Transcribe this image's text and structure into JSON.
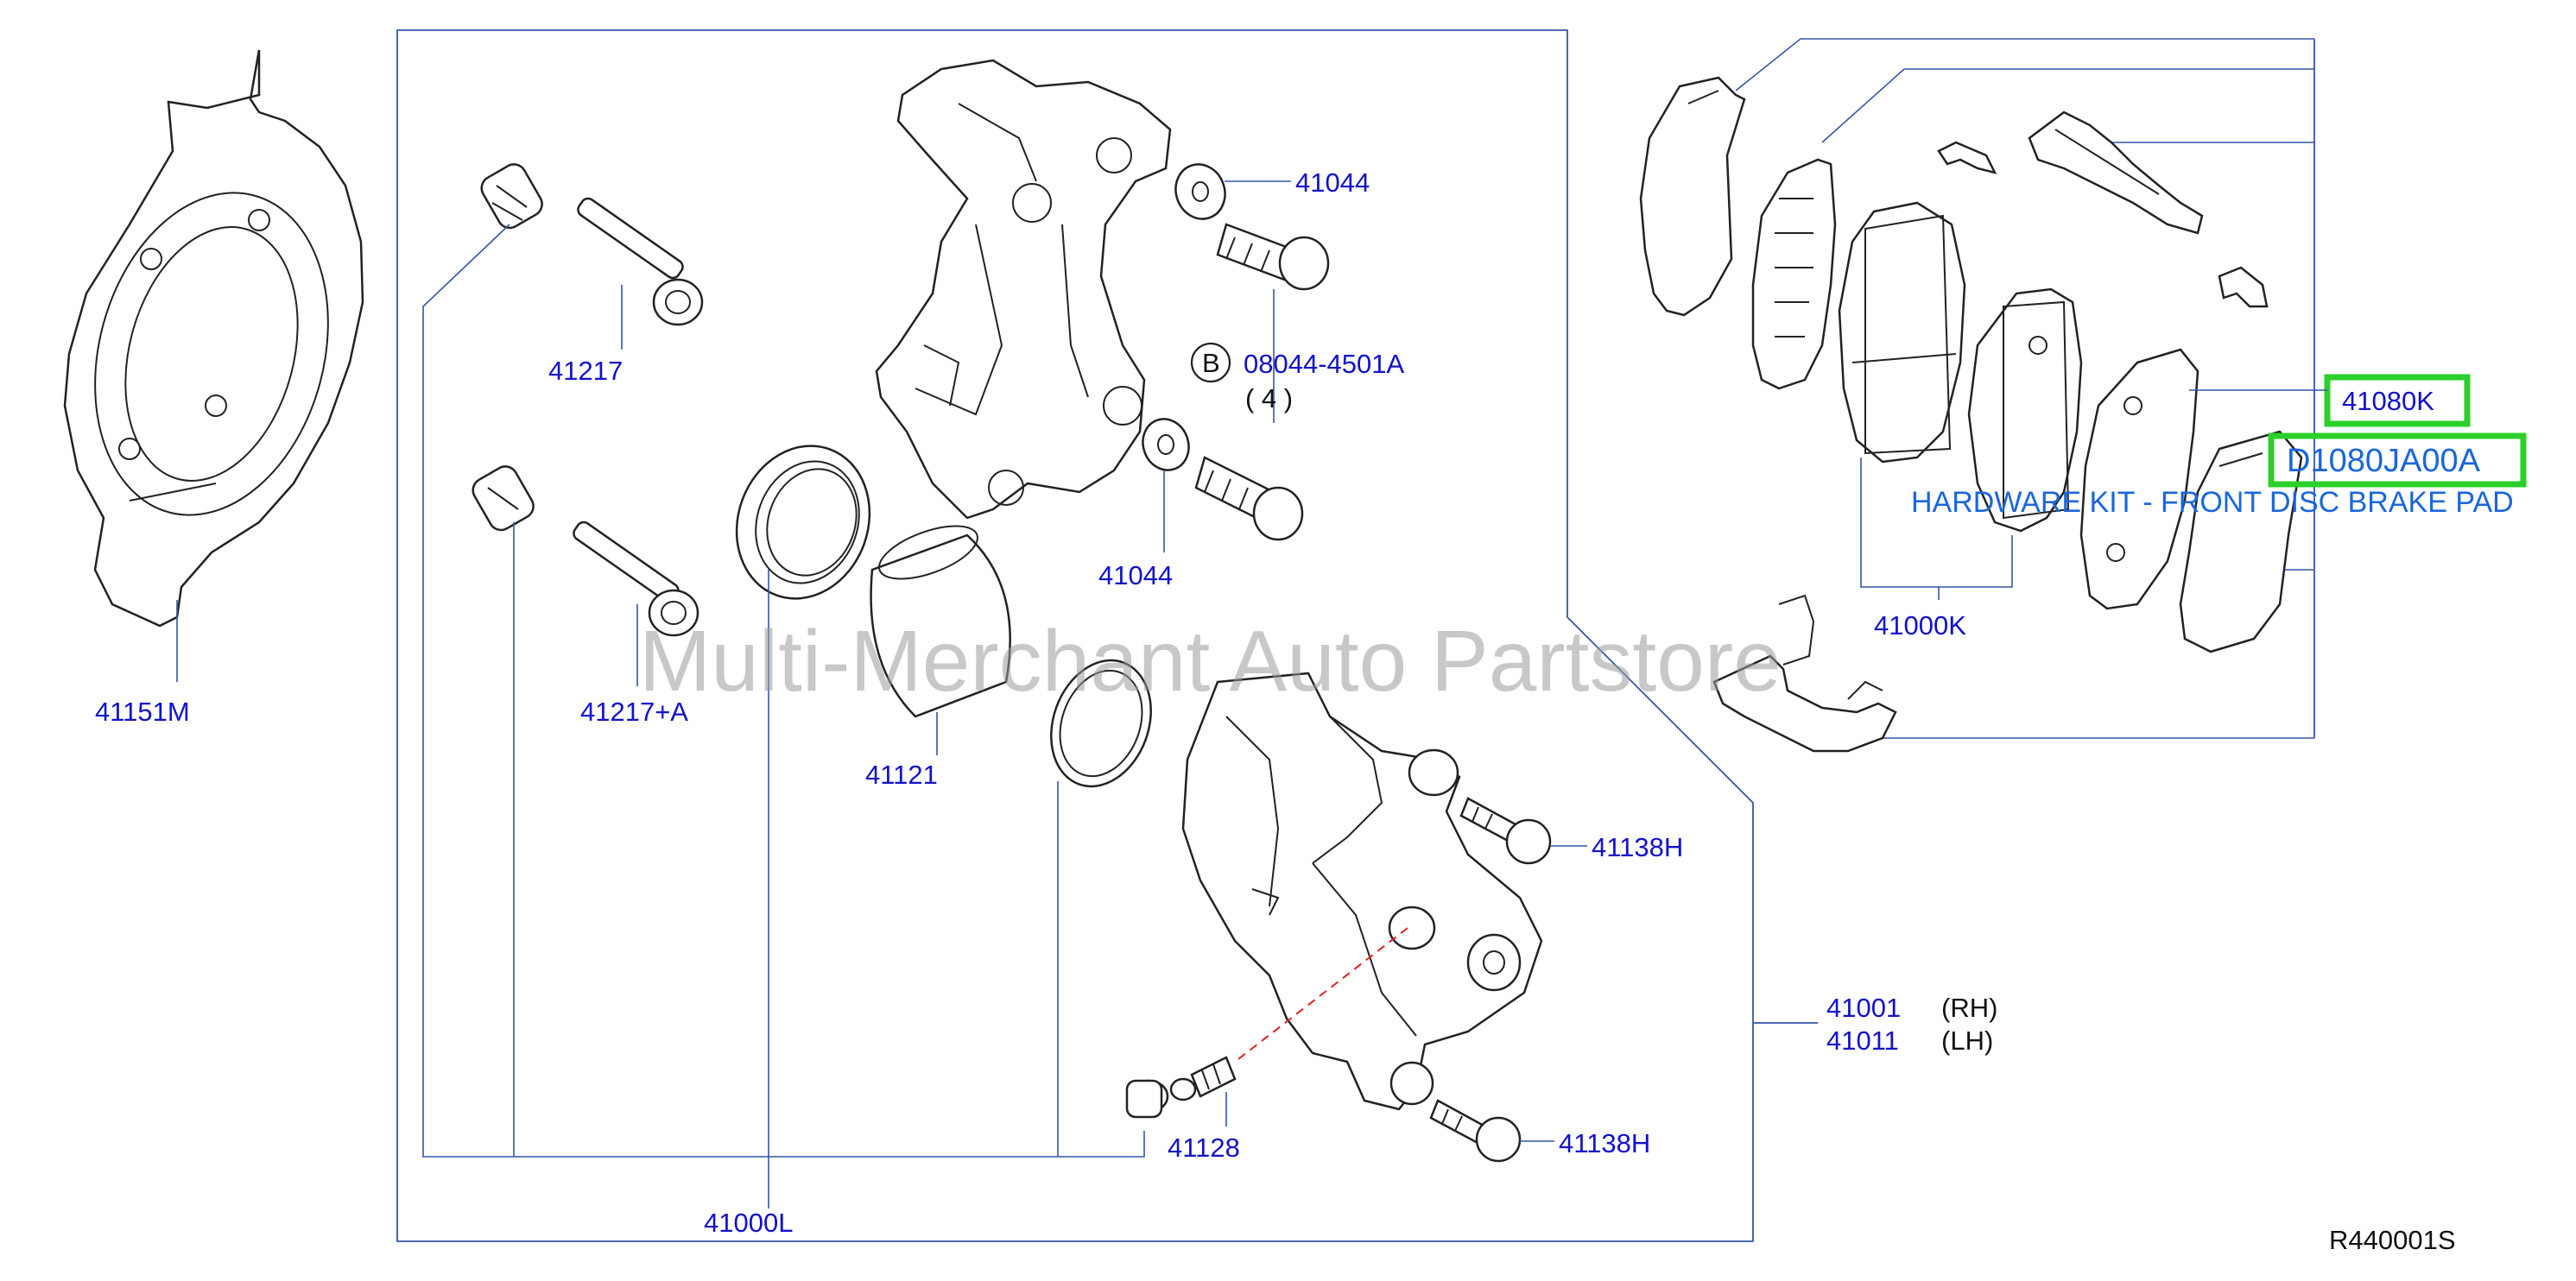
{
  "labels": {
    "p41151m": "41151M",
    "p41217": "41217",
    "p41217a": "41217+A",
    "p41044_top": "41044",
    "p41044_bottom": "41044",
    "p08044": "08044-4501A",
    "badge_b": "B",
    "qty4": "( 4 )",
    "p41121": "41121",
    "p41000l": "41000L",
    "p41128": "41128",
    "p41138h_top": "41138H",
    "p41138h_bottom": "41138H",
    "p41001": "41001",
    "rh": "(RH)",
    "p41011": "41011",
    "lh": "(LH)",
    "p41000k": "41000K",
    "p41080k": "41080K",
    "pd1080": "D1080JA00A"
  },
  "annotation": "HARDWARE KIT - FRONT DISC BRAKE PAD",
  "watermark": "Multi-Merchant Auto Partstore",
  "diagram_ref": "R440001S",
  "colors": {
    "label": "#1111cc",
    "highlight_box": "#2bd02b",
    "annotation": "#1a66dd",
    "leader": "#3355aa"
  }
}
